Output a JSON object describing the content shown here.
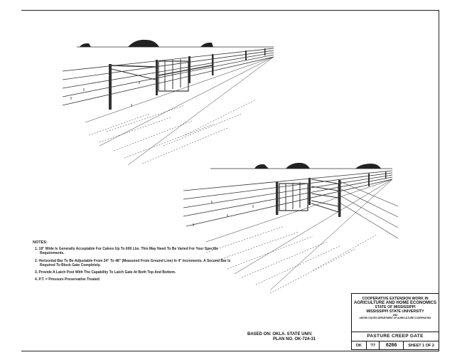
{
  "notes": {
    "header": "NOTES:",
    "items": [
      "1. 18\" Wide Is Generally Acceptable For Calves Up To 600 Lbs. This May Need To Be Varied For Your Specific Requirements.",
      "2. Horizontal Bar To Be Adjustable From 24\" To 48\" (Measured From Ground Line) In 4\" Increments. A Second Bar Is Required To Block Gate Completely.",
      "3. Provide A Latch Post With The Capability To Latch Gate At Both Top And Bottom.",
      "4. P.T. = Pressure Preservative Treated"
    ]
  },
  "based_on": {
    "line1": "BASED ON: OKLA. STATE UNIV.",
    "line2": "PLAN NO. OK-724-31"
  },
  "title_block": {
    "line1": "COOPERATIVE EXTENSION WORK IN",
    "line2": "AGRICULTURE AND HOME ECONOMICS",
    "line3": "STATE OF MISSISSIPPI",
    "line4": "MISSISSIPPI STATE UNIVERSITY",
    "line5": "AND",
    "line6": "UNITED STATES DEPARTMENT OF AGRICULTURE COOPERATING",
    "title": "PASTURE CREEP GATE",
    "state": "OK",
    "year": "'77",
    "plan_no": "6266",
    "sheet": "SHEET 1 OF 2"
  }
}
